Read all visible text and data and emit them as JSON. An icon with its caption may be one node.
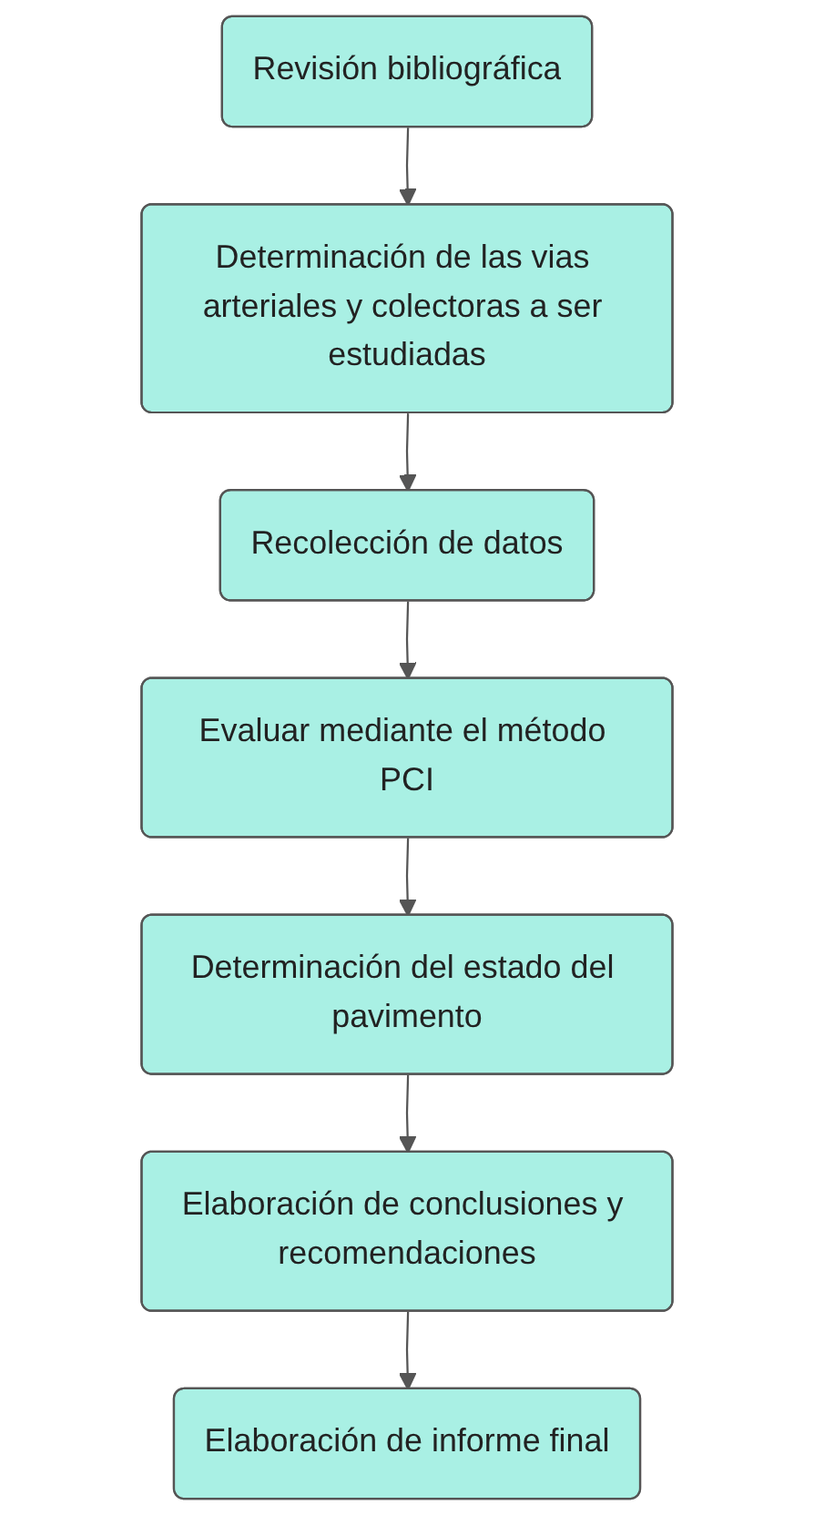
{
  "diagram": {
    "nodes": [
      {
        "text": [
          "Revisión bibliográfica"
        ]
      },
      {
        "text": [
          "Determinación de las vias arteriales y colectoras a ser estudiadas"
        ]
      },
      {
        "text": [
          "Recolección de datos"
        ]
      },
      {
        "text": [
          "Evaluar mediante el método PCI"
        ]
      },
      {
        "text": [
          "Determinación del estado del pavimento"
        ]
      },
      {
        "text": [
          "Elaboración de conclusiones y recomendaciones"
        ]
      },
      {
        "text": [
          "Elaboración de informe final"
        ]
      }
    ],
    "edges": [
      {
        "from": 0,
        "to": 1,
        "arrow": "to"
      },
      {
        "from": 1,
        "to": 2,
        "arrow": "to"
      },
      {
        "from": 2,
        "to": 3,
        "arrow": "to"
      },
      {
        "from": 3,
        "to": 4,
        "arrow": "to"
      },
      {
        "from": 4,
        "to": 5,
        "arrow": "to"
      },
      {
        "from": 5,
        "to": 6,
        "arrow": "to"
      }
    ]
  }
}
